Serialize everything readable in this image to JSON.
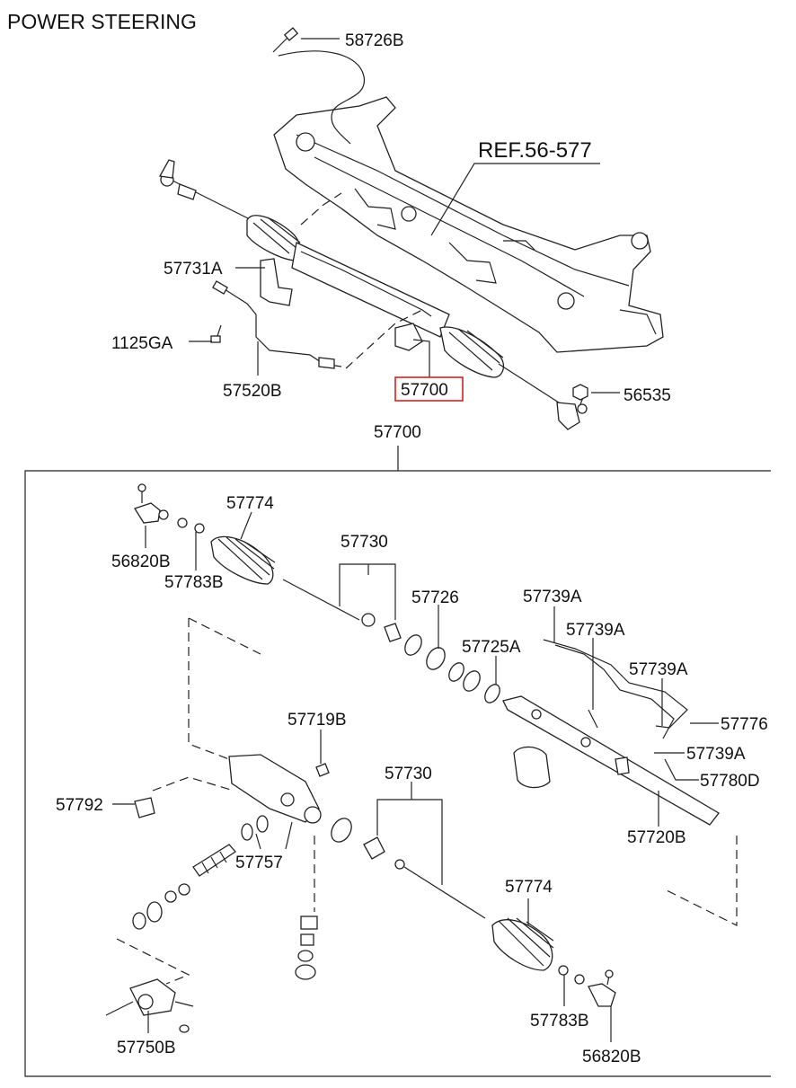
{
  "title": "POWER STEERING",
  "highlight_color": "#d62020",
  "labels": {
    "l_58726B": "58726B",
    "l_ref": "REF.56-577",
    "l_57731A": "57731A",
    "l_1125GA": "1125GA",
    "l_57520B": "57520B",
    "l_57700_box": "57700",
    "l_56535": "56535",
    "l_57700": "57700",
    "l_57774_a": "57774",
    "l_56820B_a": "56820B",
    "l_57783B_a": "57783B",
    "l_57730_a": "57730",
    "l_57726": "57726",
    "l_57739A_1": "57739A",
    "l_57725A": "57725A",
    "l_57739A_2": "57739A",
    "l_57739A_3": "57739A",
    "l_57776": "57776",
    "l_57739A_4": "57739A",
    "l_57780D": "57780D",
    "l_57719B": "57719B",
    "l_57720B": "57720B",
    "l_57792": "57792",
    "l_57730_b": "57730",
    "l_57757": "57757",
    "l_57774_b": "57774",
    "l_57783B_b": "57783B",
    "l_56820B_b": "56820B",
    "l_57750B": "57750B"
  }
}
